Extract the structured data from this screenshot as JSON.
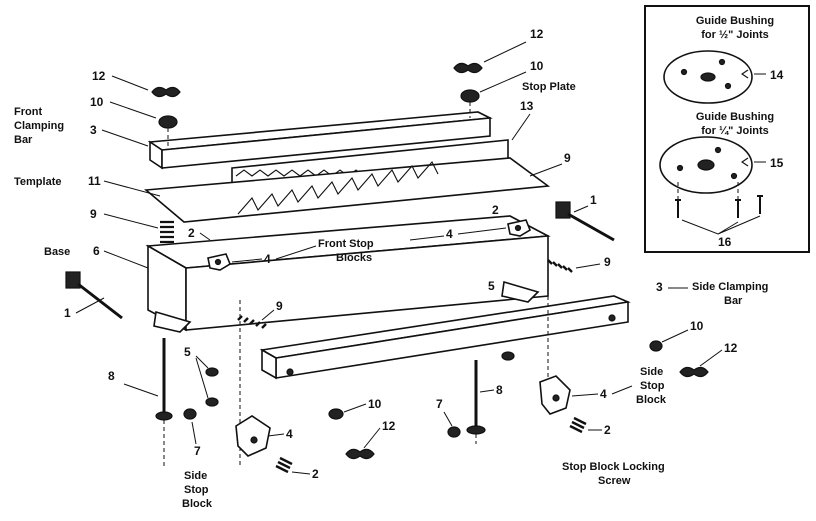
{
  "callouts": {
    "guide_bushing_half": [
      "Guide Bushing",
      "for ½\" Joints"
    ],
    "guide_bushing_quarter": [
      "Guide Bushing",
      "for ¼\" Joints"
    ],
    "stop_plate": "Stop Plate",
    "front_clamping_bar": [
      "Front",
      "Clamping",
      "Bar"
    ],
    "template": "Template",
    "base": "Base",
    "front_stop_blocks": [
      "Front Stop",
      "Blocks"
    ],
    "side_clamping_bar": [
      "Side Clamping",
      "Bar"
    ],
    "side_stop_block_right": [
      "Side",
      "Stop",
      "Block"
    ],
    "side_stop_block_left": [
      "Side",
      "Stop",
      "Block"
    ],
    "stop_block_locking_screw": [
      "Stop Block Locking",
      "Screw"
    ]
  },
  "part_numbers": {
    "n1": "1",
    "n2": "2",
    "n3": "3",
    "n4": "4",
    "n5": "5",
    "n6": "6",
    "n7": "7",
    "n8": "8",
    "n9": "9",
    "n10": "10",
    "n11": "11",
    "n12": "12",
    "n13": "13",
    "n14": "14",
    "n15": "15",
    "n16": "16"
  }
}
